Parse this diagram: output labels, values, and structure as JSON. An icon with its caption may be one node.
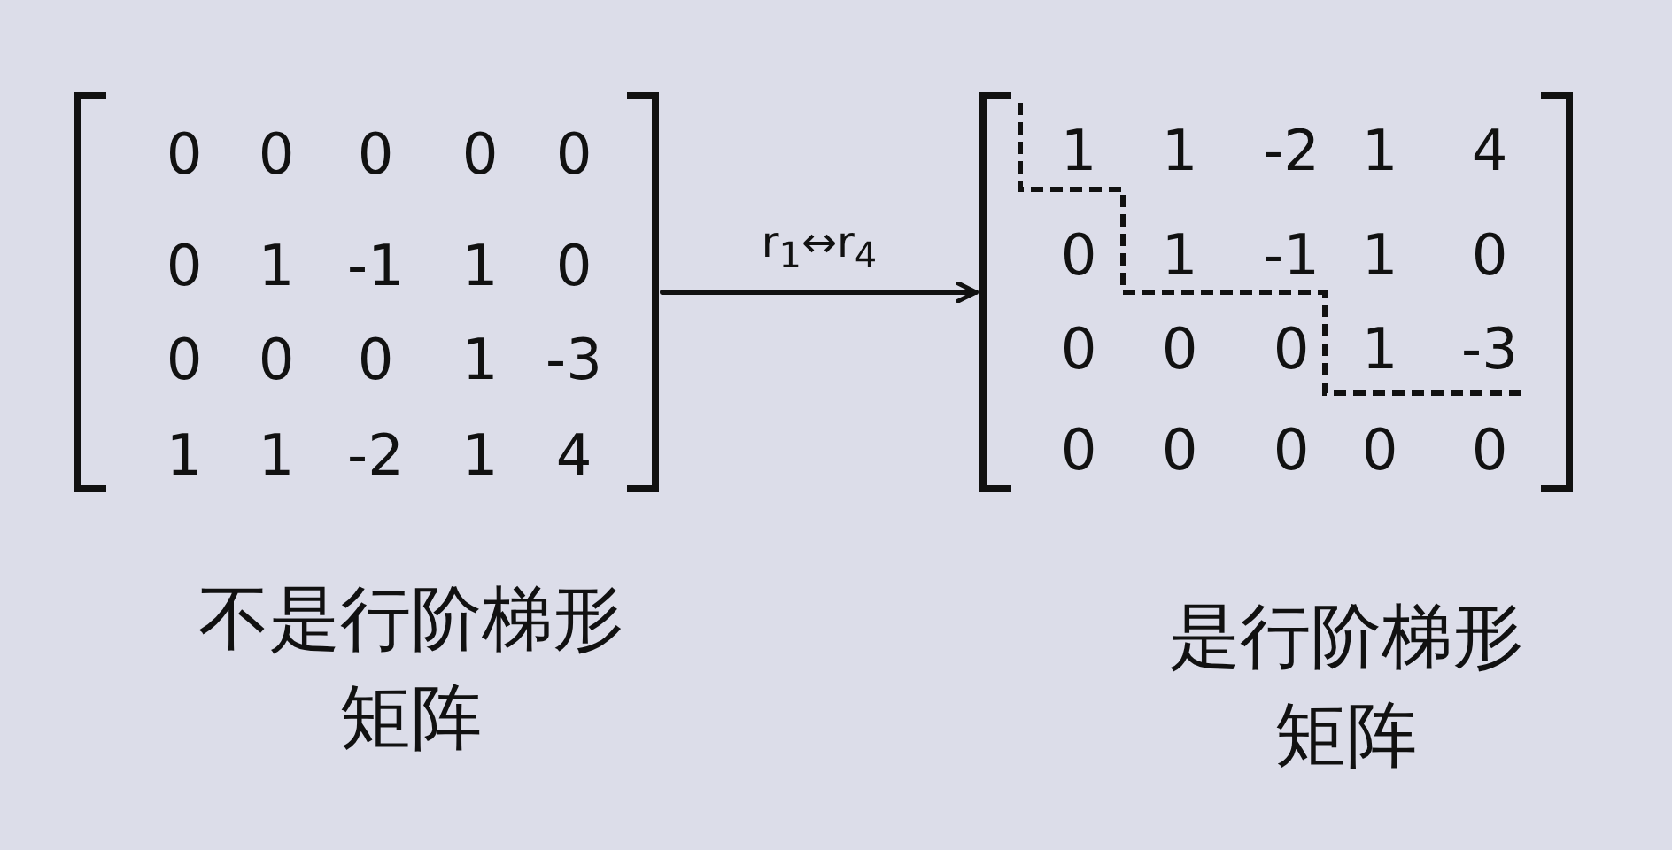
{
  "diagram": {
    "nodes": [
      {
        "text": [
          "0",
          "0",
          "0",
          "0",
          "0",
          "0",
          "1",
          "-1",
          "1",
          "0",
          "0",
          "0",
          "0",
          "1",
          "-3",
          "1",
          "1",
          "-2",
          "1",
          "4"
        ],
        "beside": [
          "不是行阶梯形矩阵"
        ]
      },
      {
        "text": [
          "1",
          "1",
          "-2",
          "1",
          "4",
          "0",
          "1",
          "-1",
          "1",
          "0",
          "0",
          "0",
          "0",
          "1",
          "-3",
          "0",
          "0",
          "0",
          "0",
          "0"
        ],
        "beside": [
          "是行阶梯形矩阵"
        ]
      }
    ],
    "edges": [
      {
        "from": 0,
        "to": 1,
        "arrow": "to",
        "label": "r$_{1}$↔r$_{4}$"
      }
    ]
  }
}
